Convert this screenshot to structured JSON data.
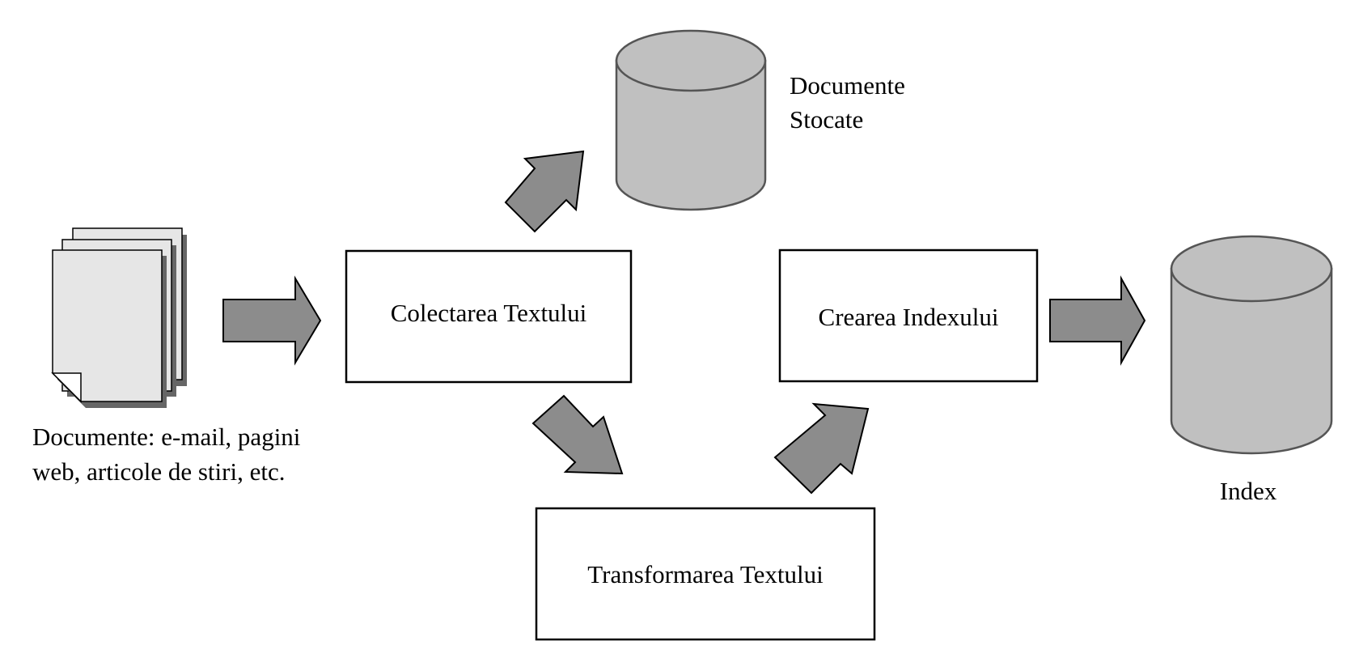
{
  "source_documents": {
    "icon": "document-stack-icon",
    "label_lines": [
      "Documente: e-mail, pagini",
      "web, articole de stiri, etc."
    ]
  },
  "steps": {
    "collect": "Colectarea Textului",
    "transform": "Transformarea Textului",
    "index": "Crearea Indexului"
  },
  "stores": {
    "stored_documents": {
      "icon": "database-cylinder-icon",
      "label_lines": [
        "Documente",
        "Stocate"
      ]
    },
    "index": {
      "icon": "database-cylinder-icon",
      "label": "Index"
    }
  },
  "colors": {
    "arrow_fill": "#8c8c8c",
    "cylinder_fill": "#c0c0c0",
    "page_fill": "#e6e6e6"
  }
}
